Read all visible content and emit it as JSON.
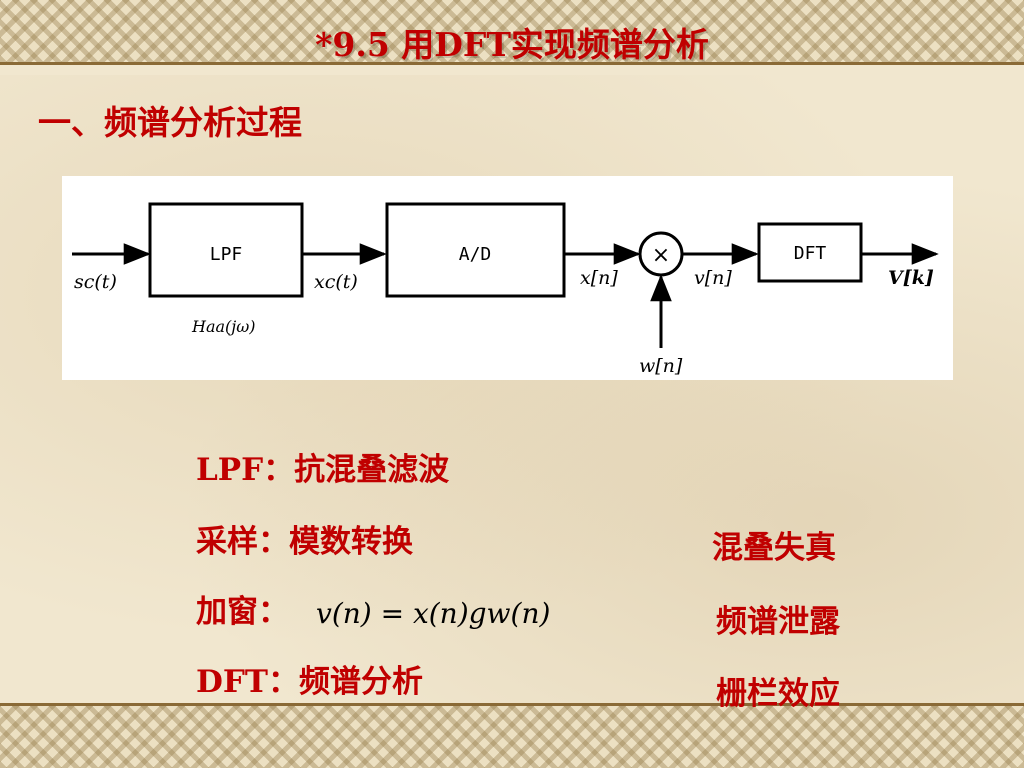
{
  "title": "*9.5 用DFT实现频谱分析",
  "subtitle": "一、频谱分析过程",
  "diagram": {
    "blocks": [
      {
        "id": "lpf",
        "label": "LPF"
      },
      {
        "id": "ad",
        "label": "A/D"
      },
      {
        "id": "dft",
        "label": "DFT"
      }
    ],
    "multiplier_symbol": "×",
    "signals": {
      "input": "sc(t)",
      "after_lpf": "xc(t)",
      "after_ad": "x[n]",
      "after_mult": "v[n]",
      "output": "V[k]",
      "window": "w[n]",
      "filter_response": "Haa(jω)"
    }
  },
  "items": {
    "lpf": "LPF：抗混叠滤波",
    "sampling": "采样：模数转换",
    "window_label": "加窗：",
    "window_formula": "v(n) = x(n)gw(n)",
    "dft": "DFT：频谱分析"
  },
  "effects": {
    "aliasing": "混叠失真",
    "leakage": "频谱泄露",
    "picket_fence": "栅栏效应"
  },
  "colors": {
    "accent_red": "#c00000",
    "border": "#8a6a36"
  }
}
